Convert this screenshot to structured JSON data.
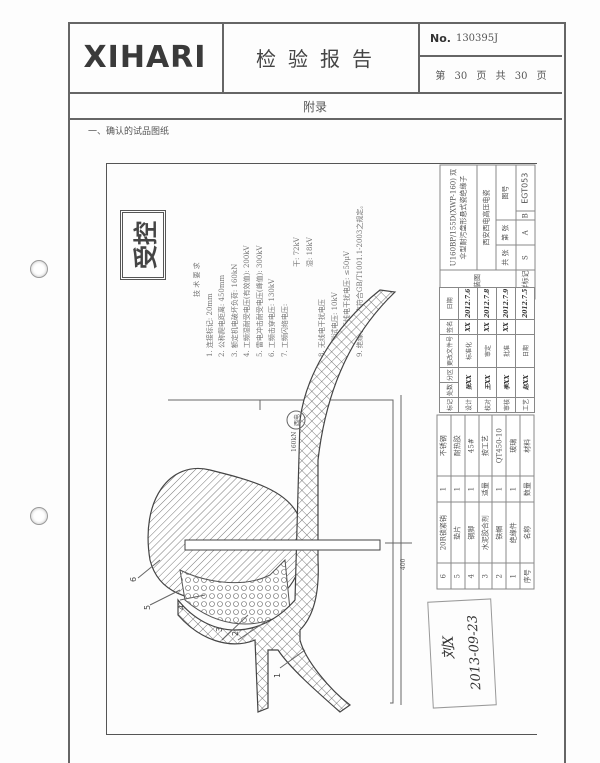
{
  "header": {
    "logo": "XIHARI",
    "title": "检验报告",
    "report_no_label": "No.",
    "report_no": "130395J",
    "page_info": "第 30 页 共 30 页"
  },
  "section_title": "附录",
  "subsection": "一、确认的试品图纸",
  "stamp_controlled": "受控",
  "tech_requirements": {
    "title": "技 术 要 求",
    "lines": [
      "1. 连接标记: 20mm",
      "2. 公称爬电距离: 450mm",
      "3. 额定机电破坏负荷: 160kN",
      "4. 工频湿耐受电压(有效值): 200kV",
      "5. 雷电冲击耐受电压(峰值): 300kV",
      "6. 工频击穿电压: 130kV",
      "7. 工频闪络电压:",
      "干: 72kV",
      "湿: 18kV",
      "8. 无线电干扰电压",
      "测试电压: 10kV",
      "最大无线电干扰电压: ≤50μV",
      "9. 绝缘子外观应符合GB/T1001.1-2003之规定。"
    ]
  },
  "drawing": {
    "dimension": "400",
    "mark_label": "160kN",
    "part_callouts": [
      "1",
      "2",
      "3",
      "4",
      "5",
      "6"
    ]
  },
  "title_block": {
    "product_name": "U160BP/155D(XWP-160) 双伞型耐污盘形悬式瓷绝缘子",
    "drawing_type": "总装图",
    "company": "西安西电高压电瓷",
    "stage_label": "图样标记",
    "stages": [
      "S",
      "A",
      "B"
    ],
    "drawing_no_label": "图号",
    "drawing_no": "EGT053",
    "sheets": "共 张",
    "sheet": "第 张",
    "sign_header": [
      "标记",
      "处数",
      "分区",
      "更改文件号",
      "签名",
      "日期"
    ],
    "sign_rows": [
      [
        "设计",
        "张XX",
        "标准化",
        "XX",
        "2012.7.6"
      ],
      [
        "校对",
        "王XX",
        "审定",
        "XX",
        "2012.7.8"
      ],
      [
        "审核",
        "李XX",
        "批准",
        "XX",
        "2012.7.9"
      ],
      [
        "工艺",
        "赵XX",
        "日期",
        "",
        "2012.7.5"
      ]
    ]
  },
  "parts_list": {
    "headers": [
      "序号",
      "名称",
      "数量",
      "材料"
    ],
    "rows": [
      [
        "6",
        "20R锁紧销",
        "1",
        "不锈钢"
      ],
      [
        "5",
        "垫片",
        "1",
        "耐热胶"
      ],
      [
        "4",
        "钢脚",
        "1",
        "45#"
      ],
      [
        "3",
        "水泥胶合剂",
        "适量",
        "按工艺"
      ],
      [
        "2",
        "铁帽",
        "1",
        "QT450-10"
      ],
      [
        "1",
        "绝缘件",
        "1",
        "玻璃"
      ]
    ]
  },
  "approval_stamp": {
    "signature": "刘X",
    "date": "2013-09-23"
  }
}
